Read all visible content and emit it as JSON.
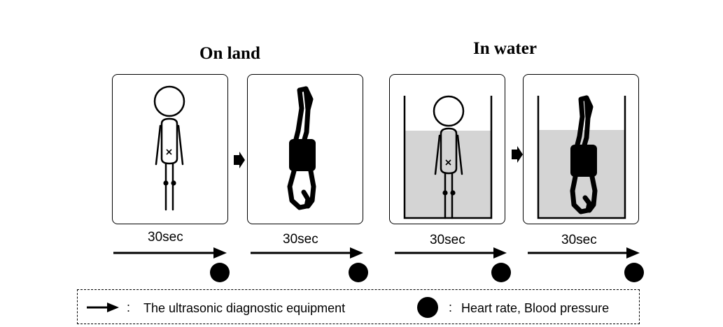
{
  "headings": {
    "on_land": "On land",
    "in_water": "In water"
  },
  "durations": [
    "30sec",
    "30sec",
    "30sec",
    "30sec"
  ],
  "legend": {
    "separator": ":",
    "arrow_label": "The ultrasonic diagnostic equipment",
    "dot_label": "Heart rate, Blood pressure",
    "arrow_icon": "arrow-icon",
    "dot_icon": "dot-icon"
  },
  "colors": {
    "line": "#000000",
    "water": "#d4d4d4",
    "background": "#ffffff"
  }
}
